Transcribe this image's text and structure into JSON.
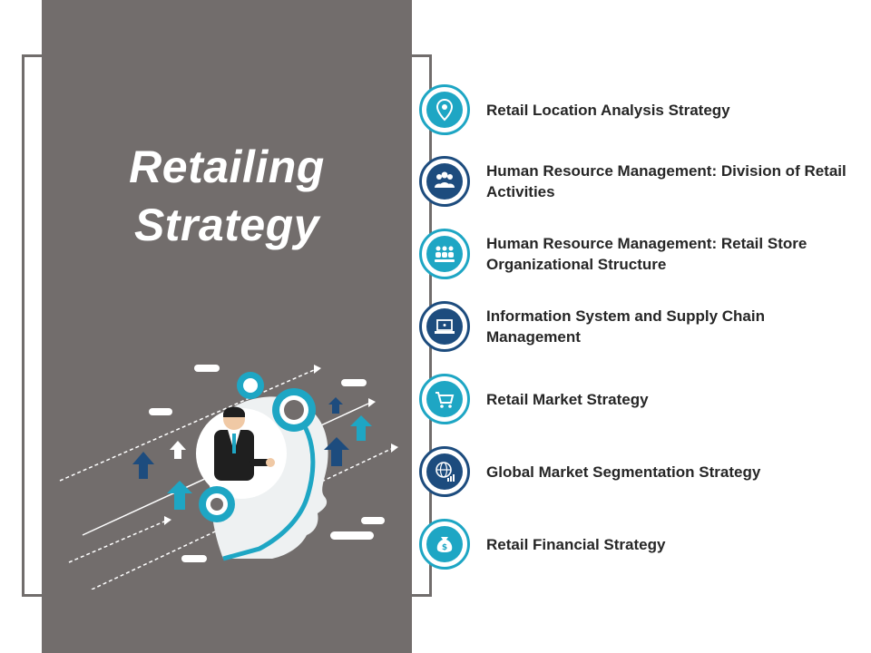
{
  "slide": {
    "title_line1": "Retailing",
    "title_line2": "Strategy"
  },
  "colors": {
    "panel": "#726d6c",
    "teal": "#1ea6c4",
    "navy": "#1d4c7e",
    "text": "#262626"
  },
  "items": [
    {
      "label": "Retail Location Analysis Strategy",
      "icon": "location-pin-icon",
      "accent": "teal"
    },
    {
      "label": "Human Resource Management: Division of Retail Activities",
      "icon": "team-icon",
      "accent": "navy"
    },
    {
      "label": "Human Resource Management: Retail Store Organizational Structure",
      "icon": "group-icon",
      "accent": "teal"
    },
    {
      "label": "Information System and Supply Chain Management",
      "icon": "laptop-icon",
      "accent": "navy"
    },
    {
      "label": "Retail Market Strategy",
      "icon": "shopping-cart-icon",
      "accent": "teal"
    },
    {
      "label": "Global Market Segmentation Strategy",
      "icon": "globe-chart-icon",
      "accent": "navy"
    },
    {
      "label": "Retail Financial Strategy",
      "icon": "money-bag-icon",
      "accent": "teal"
    }
  ]
}
